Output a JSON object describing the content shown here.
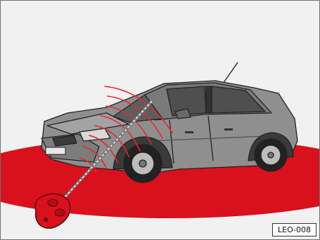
{
  "figure": {
    "reference_label": "LEO-008",
    "colors": {
      "background": "#f1f1f1",
      "range_zone": "#d8111d",
      "signal_waves": "#e8262f",
      "car_body": "#8f8f8f",
      "key_fob": "#d8111d"
    },
    "icons": [
      "car-illustration",
      "key-fob-icon",
      "radio-signal-waves",
      "antenna"
    ]
  }
}
